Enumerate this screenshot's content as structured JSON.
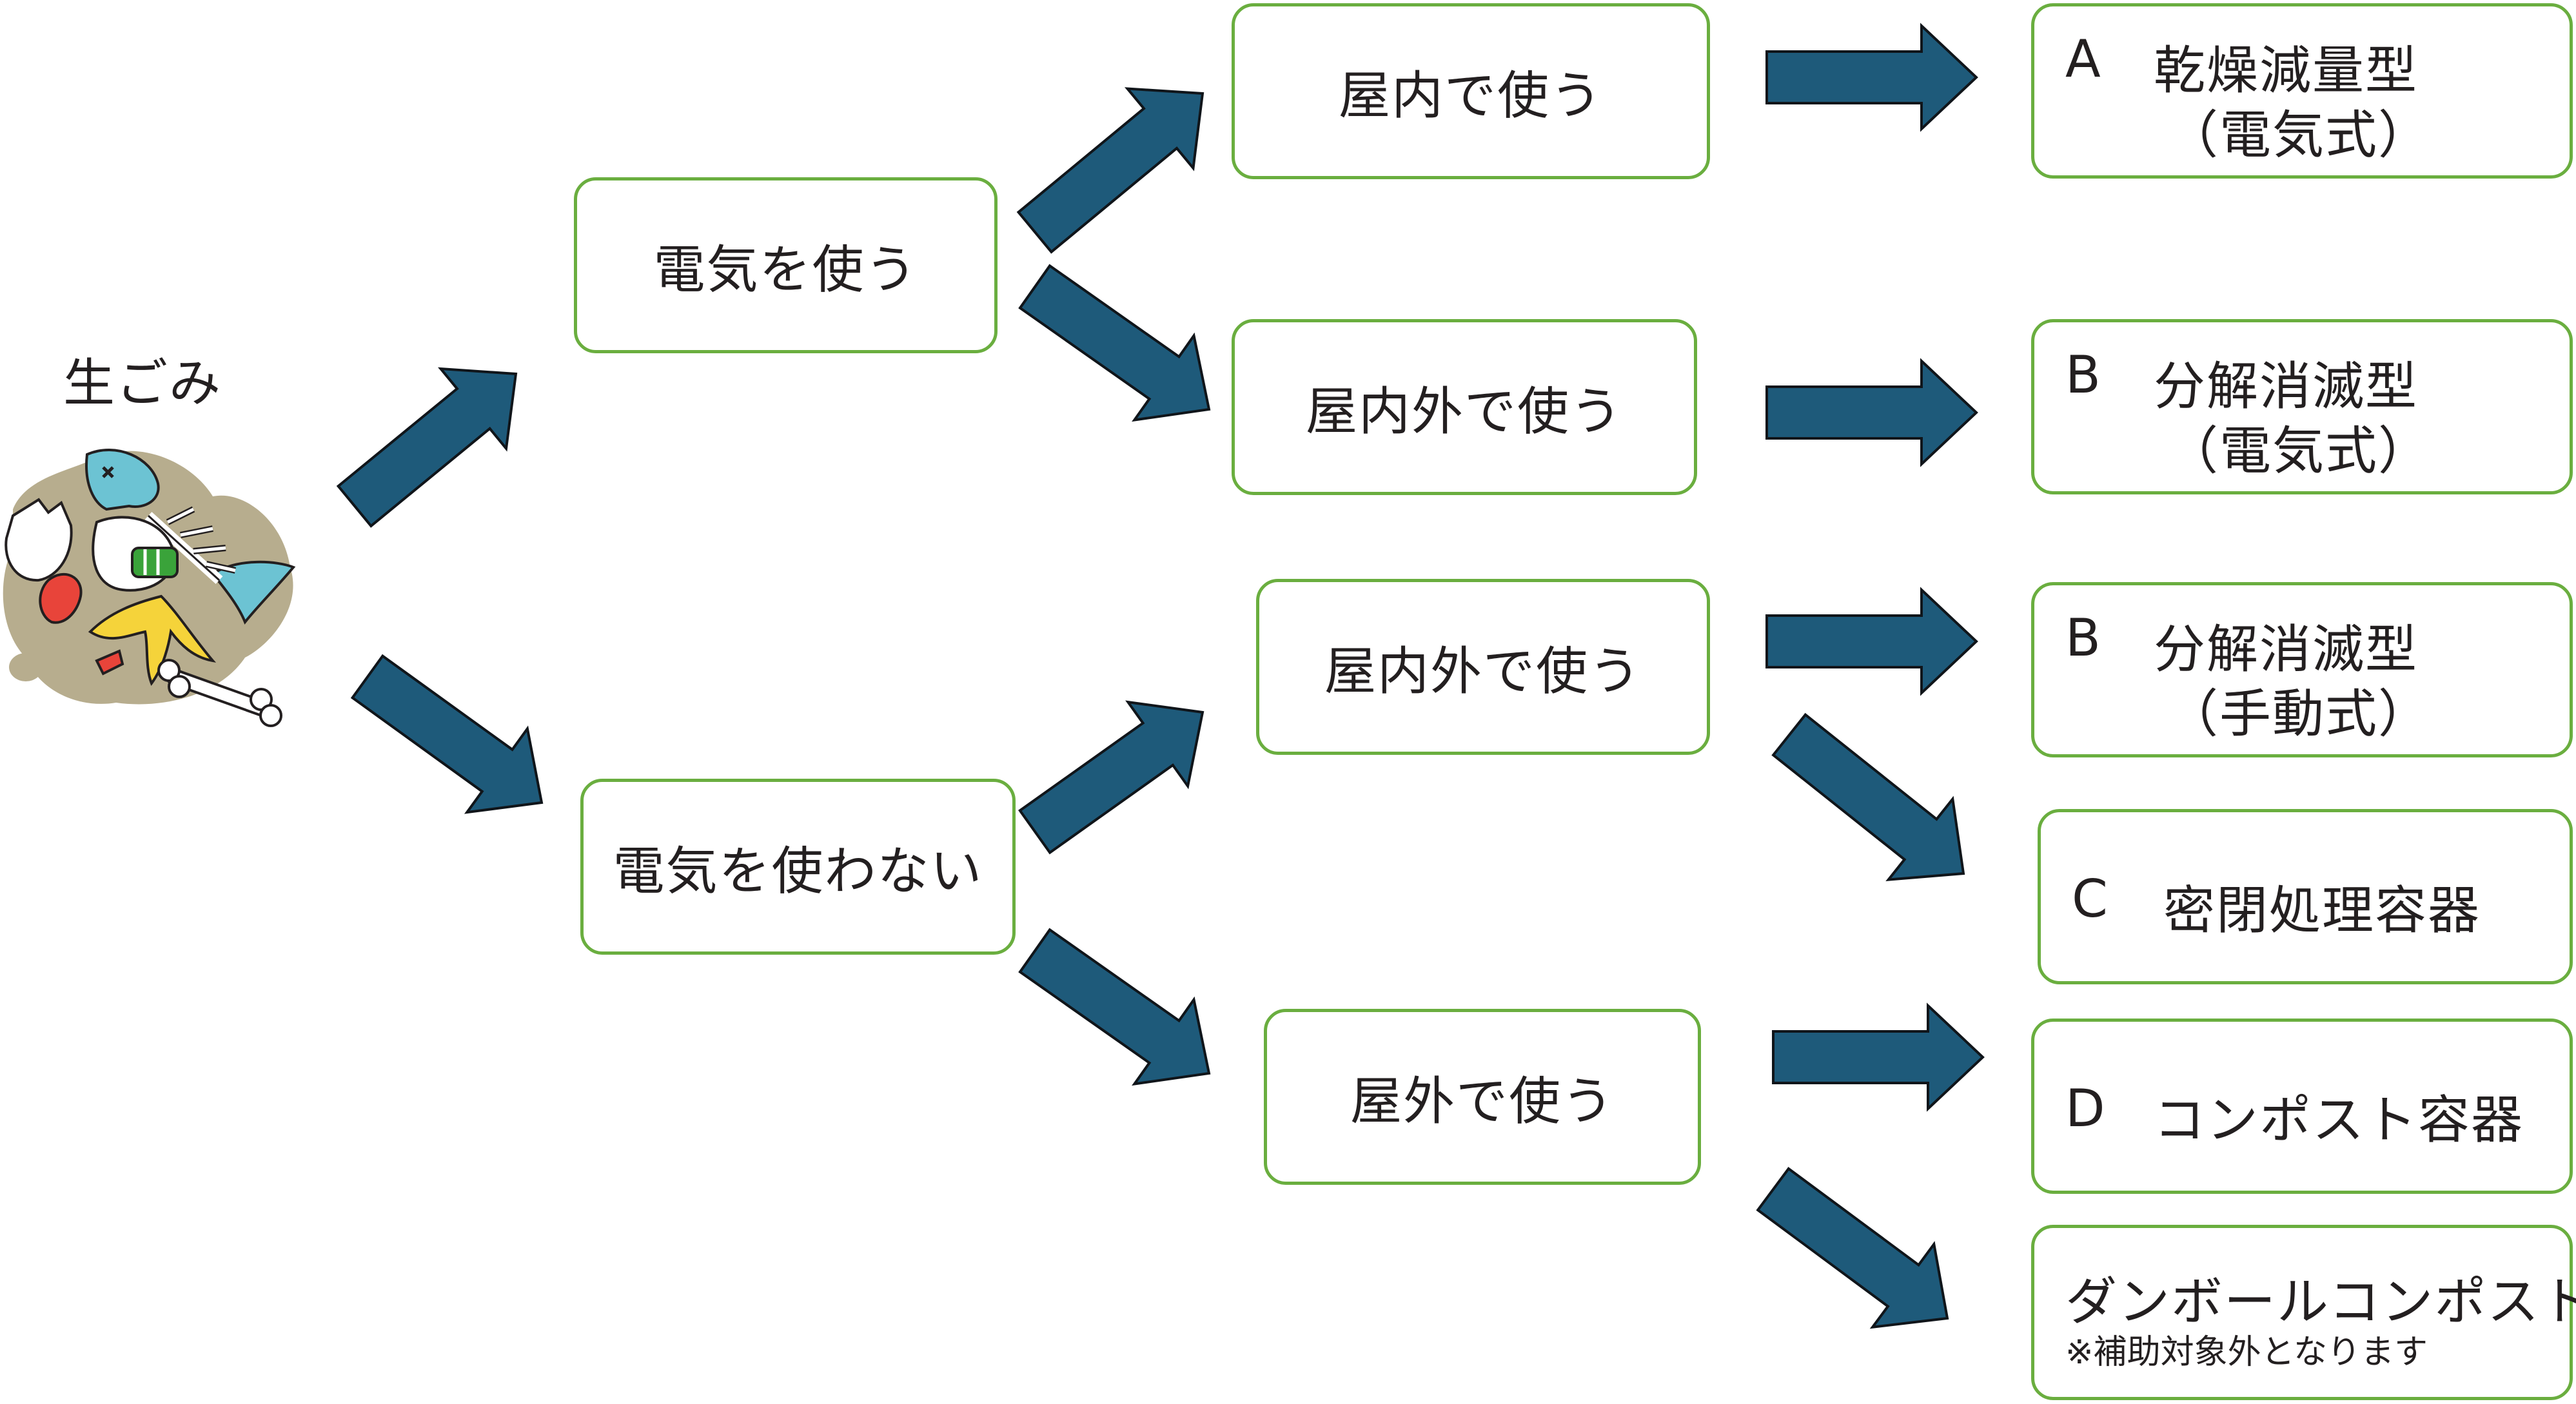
{
  "source": {
    "label": "生ごみ",
    "icon": "food-waste-icon"
  },
  "level1": [
    {
      "id": "electric",
      "label": "電気を使う"
    },
    {
      "id": "no_electric",
      "label": "電気を使わない"
    }
  ],
  "level2": [
    {
      "id": "indoor_e",
      "label": "屋内で使う"
    },
    {
      "id": "in_out_e",
      "label": "屋内外で使う"
    },
    {
      "id": "in_out_ne",
      "label": "屋内外で使う"
    },
    {
      "id": "outdoor_ne",
      "label": "屋外で使う"
    }
  ],
  "results": [
    {
      "id": "A",
      "code": "A",
      "name": "乾燥減量型",
      "sub": "（電気式）"
    },
    {
      "id": "B1",
      "code": "B",
      "name": "分解消滅型",
      "sub": "（電気式）"
    },
    {
      "id": "B2",
      "code": "B",
      "name": "分解消滅型",
      "sub": "（手動式）"
    },
    {
      "id": "C",
      "code": "C",
      "name": "密閉処理容器"
    },
    {
      "id": "D",
      "code": "D",
      "name": "コンポスト容器"
    },
    {
      "id": "E",
      "name": "ダンボールコンポスト",
      "note": "※補助対象外となります"
    }
  ],
  "colors": {
    "arrow_fill": "#1e5a7a",
    "box_border": "#6aae3f",
    "text": "#231f20"
  }
}
